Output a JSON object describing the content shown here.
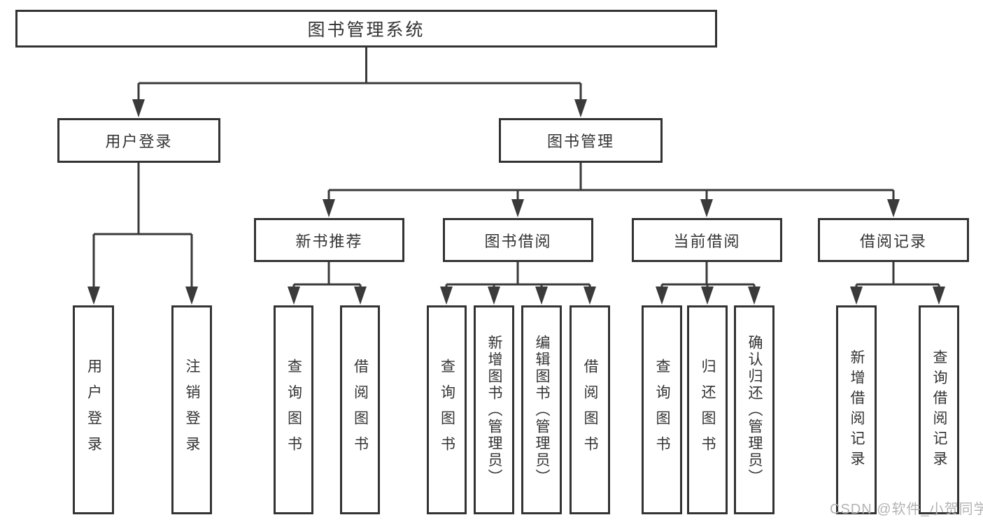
{
  "tree": {
    "label": "图书管理系统",
    "children": [
      {
        "label": "用户登录",
        "children": [
          {
            "label": "用户登录"
          },
          {
            "label": "注销登录"
          }
        ]
      },
      {
        "label": "图书管理",
        "children": [
          {
            "label": "新书推荐",
            "children": [
              {
                "label": "查询图书"
              },
              {
                "label": "借阅图书"
              }
            ]
          },
          {
            "label": "图书借阅",
            "children": [
              {
                "label": "查询图书"
              },
              {
                "label": "新增图书（管理员）"
              },
              {
                "label": "编辑图书（管理员）"
              },
              {
                "label": "借阅图书"
              }
            ]
          },
          {
            "label": "当前借阅",
            "children": [
              {
                "label": "查询图书"
              },
              {
                "label": "归还图书"
              },
              {
                "label": "确认归还（管理员）"
              }
            ]
          },
          {
            "label": "借阅记录",
            "children": [
              {
                "label": "新增借阅记录"
              },
              {
                "label": "查询借阅记录"
              }
            ]
          }
        ]
      }
    ]
  },
  "watermark": "CSDN @软件_小贺同学",
  "colors": {
    "line": "#3a3a3a",
    "border": "#333333",
    "text": "#333333",
    "watermark": "#b3b3b3",
    "background": "#ffffff"
  }
}
